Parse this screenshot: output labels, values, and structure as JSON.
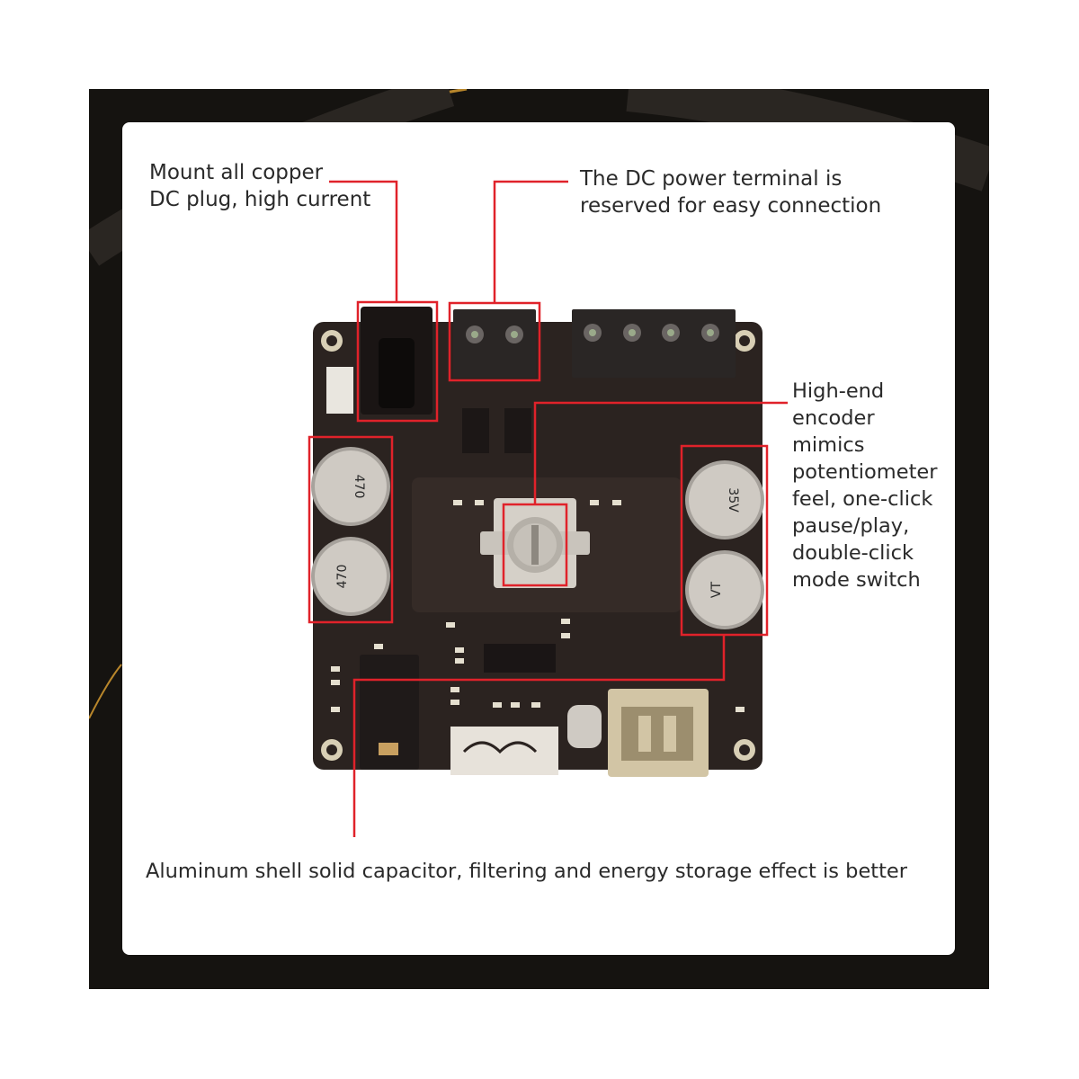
{
  "annotations": {
    "dc_plug": "Mount all copper\nDC plug, high current",
    "dc_terminal": "The DC power terminal is\nreserved for easy connection",
    "encoder": "High-end\nencoder\nmimics\npotentiometer\nfeel, one-click\npause/play,\ndouble-click\nmode switch",
    "capacitor": "Aluminum shell solid capacitor, filtering and energy storage effect is better"
  },
  "capacitor_markings": {
    "value": "470",
    "voltage": "35V",
    "brand": "VT"
  },
  "colors": {
    "frame": "#151310",
    "gold_accent": "#b8862b",
    "callout_red": "#e0222a",
    "pcb": "#2b2320",
    "caption_text": "#2a2a2a"
  }
}
